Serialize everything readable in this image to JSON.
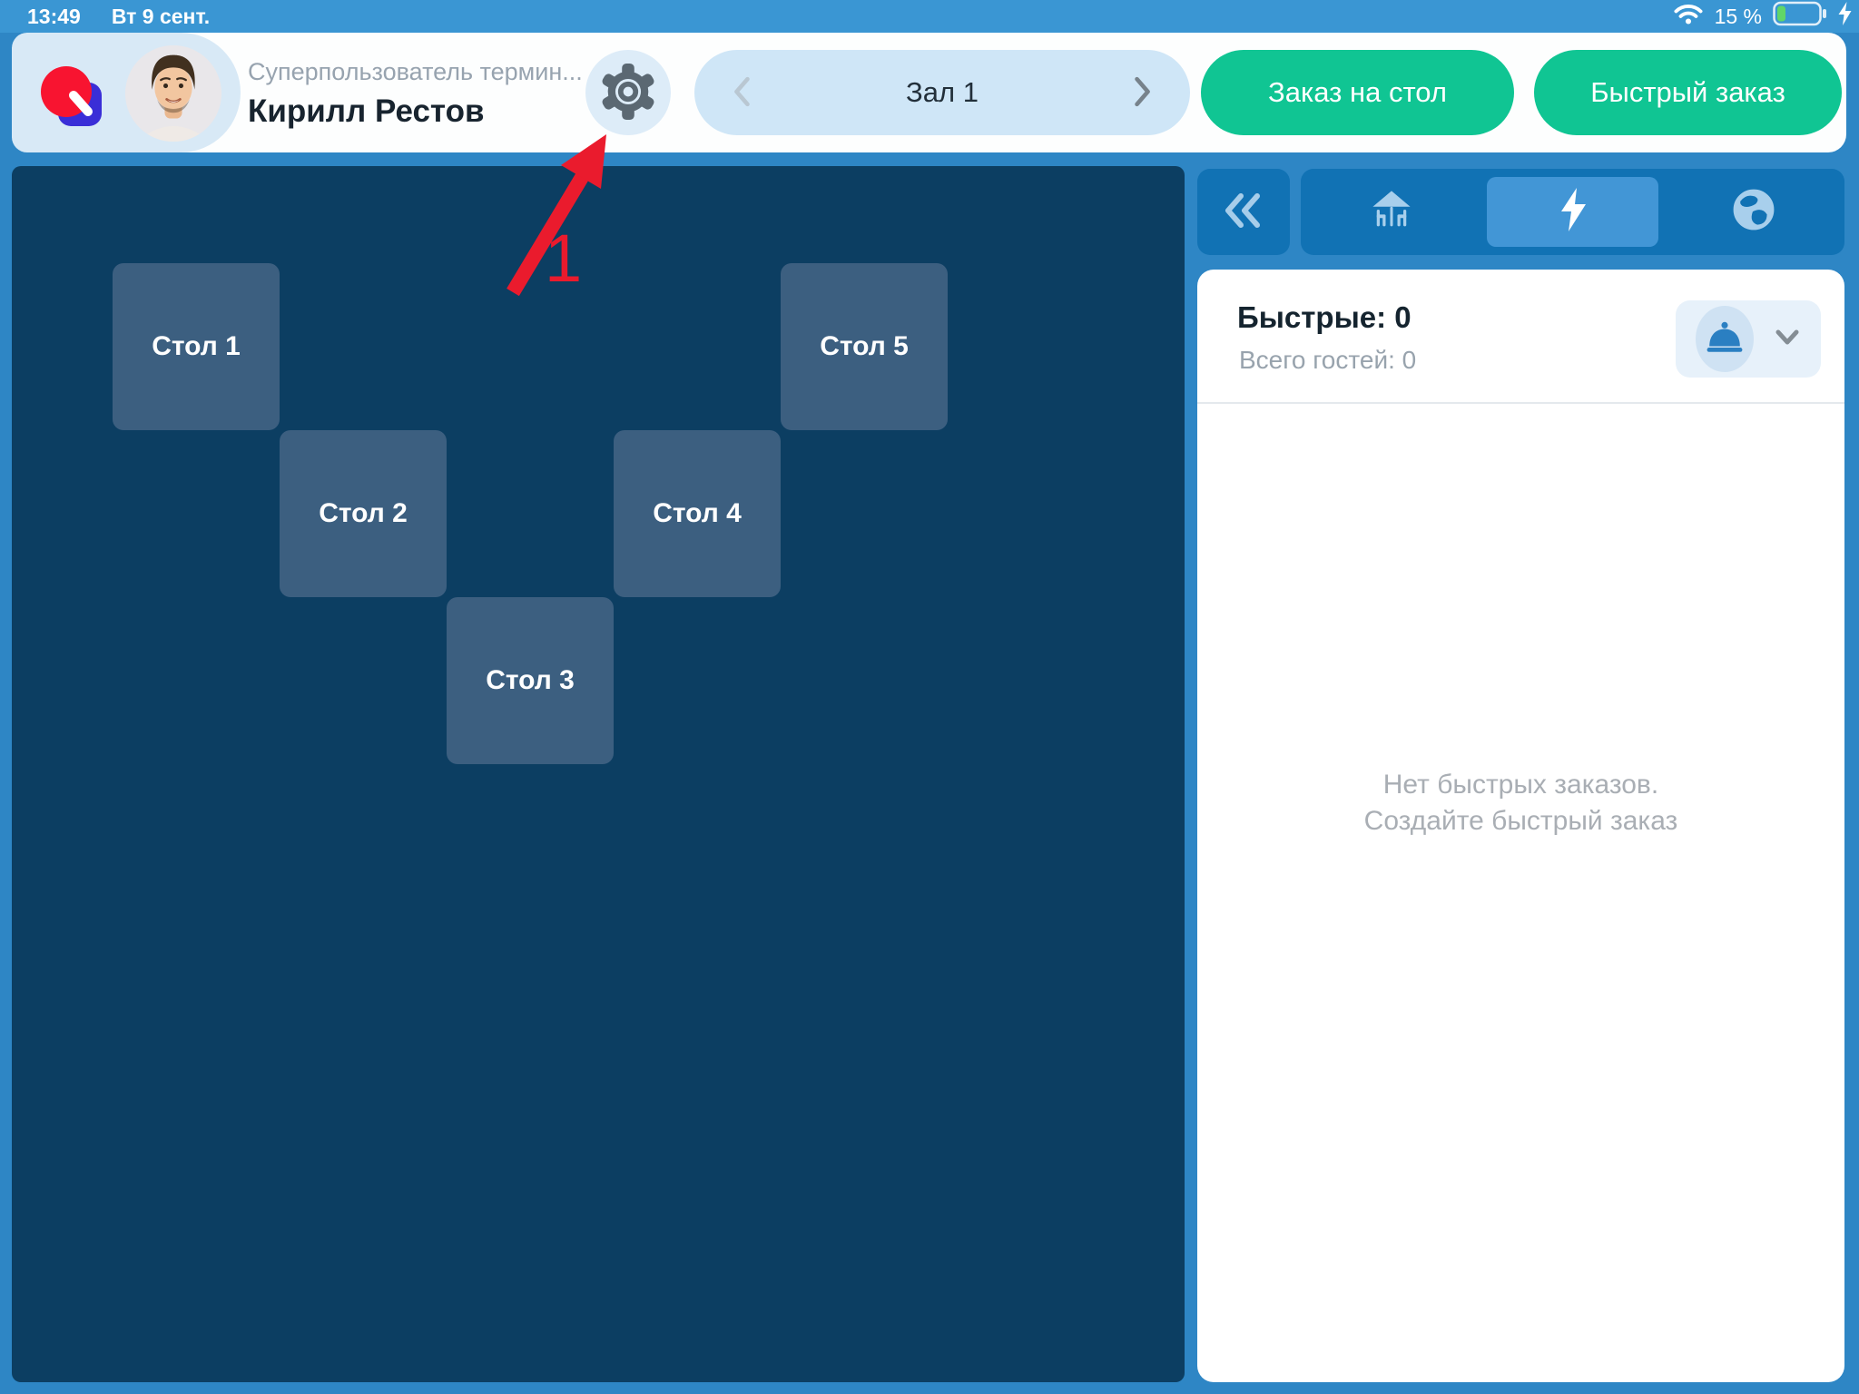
{
  "status_bar": {
    "time": "13:49",
    "date": "Вт 9 сент.",
    "battery_percent": "15 %"
  },
  "header": {
    "role": "Суперпользователь термин...",
    "user_name": "Кирилл Рестов",
    "hall_selector": {
      "label": "Зал 1"
    },
    "order_table_button": "Заказ на стол",
    "quick_order_button": "Быстрый заказ"
  },
  "floor_plan": {
    "tables": [
      {
        "label": "Стол 1"
      },
      {
        "label": "Стол 2"
      },
      {
        "label": "Стол 3"
      },
      {
        "label": "Стол 4"
      },
      {
        "label": "Стол 5"
      }
    ]
  },
  "annotation": {
    "step_number": "1"
  },
  "right_panel": {
    "collapse_glyph": "«",
    "tabs": [
      {
        "name": "terrace-tables",
        "selected": false
      },
      {
        "name": "quick-orders",
        "selected": true
      },
      {
        "name": "delivery-globe",
        "selected": false
      }
    ],
    "summary": {
      "title": "Быстрые: 0",
      "subtitle": "Всего гостей: 0"
    },
    "empty_state": {
      "line1": "Нет быстрых заказов.",
      "line2": "Создайте быстрый заказ"
    }
  },
  "icons": {
    "settings": "gear",
    "hall_prev": "chevron-left",
    "hall_next": "chevron-right",
    "collapse": "double-chevron-left",
    "tab_tables": "terrace-umbrella",
    "tab_quick": "lightning-bolt",
    "tab_delivery": "globe",
    "quick_orders_button": "cloche",
    "expand": "chevron-down",
    "status": [
      "wifi",
      "battery-charging"
    ]
  },
  "colors": {
    "status_bar_blue": "#3a96d3",
    "background_blue": "#2e86c5",
    "chip_light_blue": "#d8e9f6",
    "pill_light_blue": "#cfe6f7",
    "accent_green": "#10c593",
    "floor_navy": "#0c3e62",
    "table_fill": "#3c5f80",
    "tab_button_blue": "#1172b4",
    "tab_selected_blue": "#4296d6",
    "annotation_red": "#ea1b2d",
    "battery_green": "#61d668"
  }
}
